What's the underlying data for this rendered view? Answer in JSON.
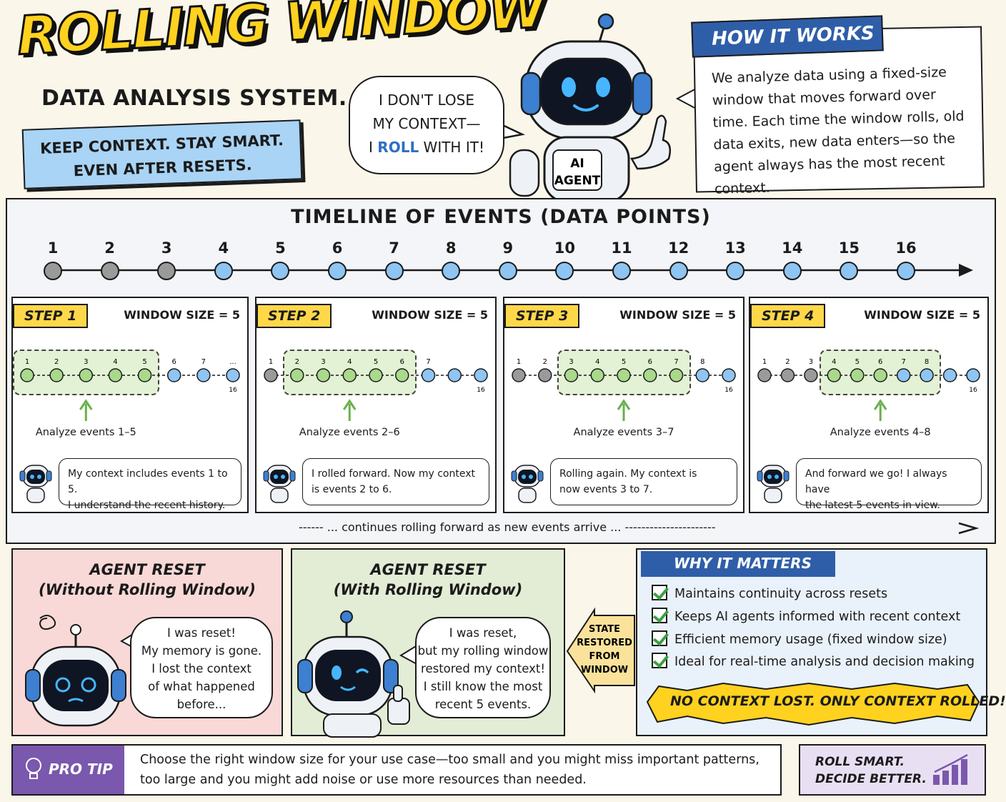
{
  "header": {
    "title": "ROLLING WINDOW",
    "subtitle": "DATA ANALYSIS SYSTEM.",
    "tagline_line1": "KEEP CONTEXT. STAY SMART.",
    "tagline_line2": "EVEN AFTER RESETS."
  },
  "robot": {
    "speech_line1": "I DON'T LOSE",
    "speech_line2": "MY CONTEXT—",
    "speech_line3_pre": "I ",
    "speech_line3_roll": "ROLL",
    "speech_line3_post": " WITH IT!",
    "badge_line1": "AI",
    "badge_line2": "AGENT"
  },
  "how_it_works": {
    "title": "HOW IT WORKS",
    "body": "We analyze data using a fixed-size window that moves forward over time. Each time the window rolls, old data exits, new data enters—so the agent always has the most recent context."
  },
  "timeline": {
    "title": "TIMELINE OF EVENTS (DATA POINTS)",
    "events": [
      {
        "label": "1",
        "state": "past"
      },
      {
        "label": "2",
        "state": "past"
      },
      {
        "label": "3",
        "state": "past"
      },
      {
        "label": "4",
        "state": "current"
      },
      {
        "label": "5",
        "state": "current"
      },
      {
        "label": "6",
        "state": "current"
      },
      {
        "label": "7",
        "state": "current"
      },
      {
        "label": "8",
        "state": "current"
      },
      {
        "label": "9",
        "state": "current"
      },
      {
        "label": "10",
        "state": "current"
      },
      {
        "label": "11",
        "state": "current"
      },
      {
        "label": "12",
        "state": "current"
      },
      {
        "label": "13",
        "state": "current"
      },
      {
        "label": "14",
        "state": "current"
      },
      {
        "label": "15",
        "state": "current"
      },
      {
        "label": "16",
        "state": "current"
      }
    ],
    "colors": {
      "past": "#9a9a9a",
      "current": "#8ec5f2",
      "window": "#a9d98a"
    }
  },
  "steps": [
    {
      "label": "STEP 1",
      "window_size": "WINDOW SIZE = 5",
      "caption": "Analyze events 1–5",
      "dots": [
        "g",
        "g",
        "g",
        "g",
        "g",
        "b",
        "b",
        "b"
      ],
      "dot_labels": [
        "1",
        "2",
        "3",
        "4",
        "5",
        "6",
        "7",
        "..."
      ],
      "window_start": 0,
      "end_label": "16",
      "speech_line1": "My context includes events 1 to 5.",
      "speech_line2": "I understand the recent history."
    },
    {
      "label": "STEP 2",
      "window_size": "WINDOW SIZE = 5",
      "caption": "Analyze events 2–6",
      "dots": [
        "x",
        "g",
        "g",
        "g",
        "g",
        "g",
        "b",
        "b",
        "b"
      ],
      "dot_labels": [
        "1",
        "2",
        "3",
        "4",
        "5",
        "6",
        "7",
        "",
        ""
      ],
      "window_start": 1,
      "end_label": "16",
      "speech_line1": "I rolled forward. Now my context",
      "speech_line2": "is events 2 to 6."
    },
    {
      "label": "STEP 3",
      "window_size": "WINDOW SIZE = 5",
      "caption": "Analyze events 3–7",
      "dots": [
        "x",
        "x",
        "g",
        "g",
        "g",
        "g",
        "g",
        "b",
        "b"
      ],
      "dot_labels": [
        "1",
        "2",
        "3",
        "4",
        "5",
        "6",
        "7",
        "8",
        ""
      ],
      "window_start": 2,
      "end_label": "16",
      "speech_line1": "Rolling again. My context is",
      "speech_line2": "now events 3 to 7."
    },
    {
      "label": "STEP 4",
      "window_size": "WINDOW SIZE = 5",
      "caption": "Analyze events 4–8",
      "dots": [
        "x",
        "x",
        "x",
        "g",
        "g",
        "g",
        "b",
        "b",
        "b",
        "b"
      ],
      "dot_labels": [
        "1",
        "2",
        "3",
        "4",
        "5",
        "6",
        "7",
        "8",
        "",
        ""
      ],
      "window_start": 3,
      "end_label": "16",
      "speech_line1": "And forward we go! I always have",
      "speech_line2": "the latest 5 events in view."
    }
  ],
  "continues_text": "------ ... continues rolling forward as new events arrive ... ----------------------",
  "reset_without": {
    "title_line1": "AGENT RESET",
    "title_line2": "(Without Rolling Window)",
    "speech": [
      "I was reset!",
      "My memory is gone.",
      "I lost the context",
      "of what happened",
      "before..."
    ]
  },
  "reset_with": {
    "title_line1": "AGENT RESET",
    "title_line2": "(With Rolling Window)",
    "speech": [
      "I was reset,",
      "but my rolling window",
      "restored my context!",
      "I still know the most",
      "recent 5 events."
    ]
  },
  "restored_arrow": [
    "STATE",
    "RESTORED",
    "FROM",
    "WINDOW"
  ],
  "why_it_matters": {
    "title": "WHY IT MATTERS",
    "items": [
      "Maintains continuity across resets",
      "Keeps AI agents informed with recent context",
      "Efficient memory usage (fixed window size)",
      "Ideal for real-time analysis and decision making"
    ],
    "slogan": "NO CONTEXT LOST. ONLY CONTEXT ROLLED!"
  },
  "pro_tip": {
    "label": "PRO TIP",
    "text": "Choose the right window size for your use case—too small and you might miss important patterns, too large and you might add noise or use more resources than needed."
  },
  "footer_badge": {
    "line1": "ROLL SMART.",
    "line2": "DECIDE BETTER."
  }
}
